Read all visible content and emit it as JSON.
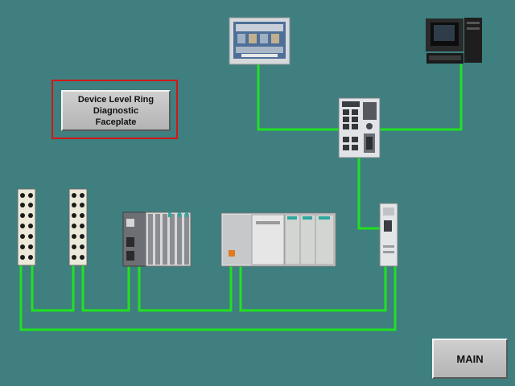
{
  "buttons": {
    "dlr_line1": "Device Level Ring",
    "dlr_line2": "Diagnostic",
    "dlr_line3": "Faceplate",
    "main": "MAIN"
  },
  "colors": {
    "background": "#3f7f7f",
    "link": "#22e022",
    "frame": "#d01818"
  }
}
